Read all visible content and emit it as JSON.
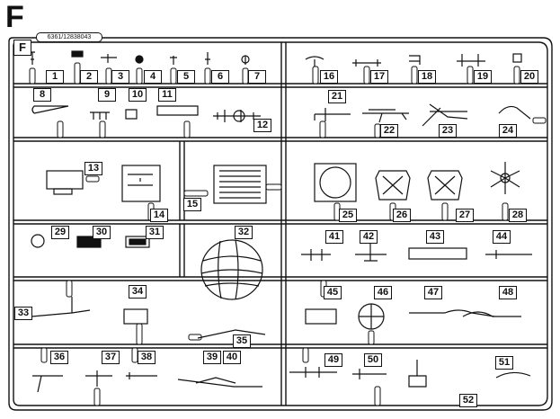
{
  "sheet_letter": "F",
  "frame_letter": "F",
  "part_code": "6361/12838043",
  "part_numbers": [
    "1",
    "2",
    "3",
    "4",
    "5",
    "6",
    "7",
    "8",
    "9",
    "10",
    "11",
    "12",
    "13",
    "14",
    "15",
    "16",
    "17",
    "18",
    "19",
    "20",
    "21",
    "22",
    "23",
    "24",
    "25",
    "26",
    "27",
    "28",
    "29",
    "30",
    "31",
    "32",
    "33",
    "34",
    "35",
    "36",
    "37",
    "38",
    "39",
    "40",
    "41",
    "42",
    "43",
    "44",
    "45",
    "46",
    "47",
    "48",
    "49",
    "50",
    "51",
    "52"
  ]
}
